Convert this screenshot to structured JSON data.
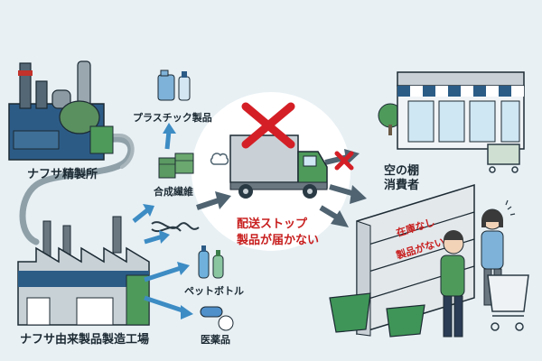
{
  "labels": {
    "refinery": "ナフサ精製所",
    "factory": "ナフサ由来製品製造工場",
    "plastic": "プラスチック製品",
    "fiber": "合成繊維",
    "pet": "ペットボトル",
    "medicine": "医薬品",
    "stop_line1": "配送ストップ",
    "stop_line2": "製品が届かない",
    "empty_shelf": "空の棚",
    "consumers": "消費者",
    "shelf_sign1": "在庫なし",
    "shelf_sign2": "製品がない"
  },
  "icons": {
    "refinery": "refinery-icon",
    "factory": "factory-icon",
    "truck": "delivery-truck-icon",
    "store": "convenience-store-icon",
    "cross": "red-cross-icon"
  },
  "colors": {
    "background": "#e8f0f4",
    "arrow": "#4f6370",
    "blue_arrow": "#3d8cc4",
    "cross_red": "#d41f26",
    "pipe": "#8fa0a8",
    "green": "#4b9a5a",
    "factory_blue": "#2b5c86"
  }
}
